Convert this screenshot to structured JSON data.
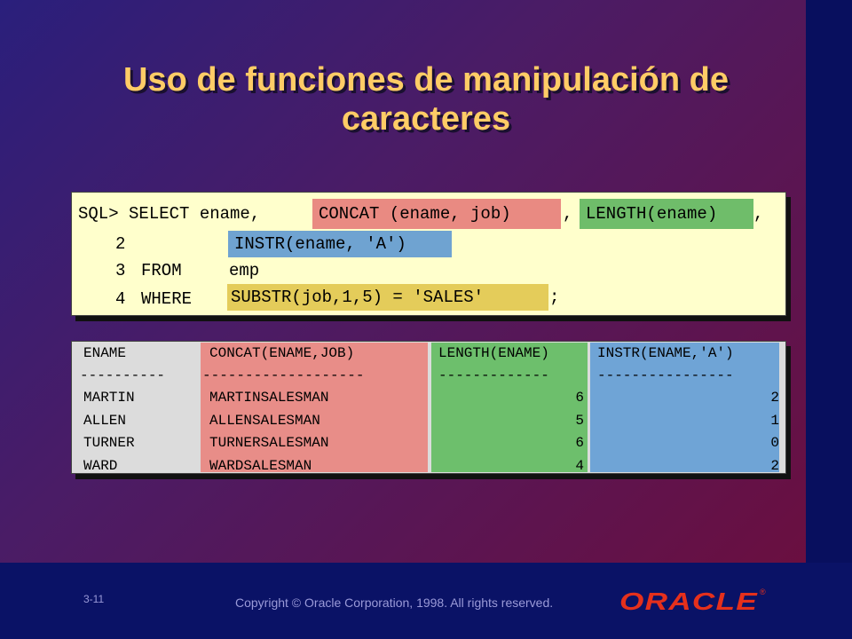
{
  "title_line1": "Uso de funciones de manipulación de",
  "title_line2": "caracteres",
  "sql": {
    "line1_prefix": "SQL> SELECT ename,",
    "line1_concat": "CONCAT (ename, job)",
    "line1_comma1": ",",
    "line1_length": "LENGTH(ename)",
    "line1_comma2": ",",
    "line2_num": "2",
    "line2_instr": "INSTR(ename, 'A')",
    "line3_num": "3",
    "line3_kw": "FROM",
    "line3_table": "emp",
    "line4_num": "4",
    "line4_kw": "WHERE",
    "line4_substr": "SUBSTR(job,1,5) = 'SALES'",
    "line4_end": ";"
  },
  "result": {
    "headers": [
      "ENAME",
      "CONCAT(ENAME,JOB)",
      "LENGTH(ENAME)",
      "INSTR(ENAME,'A')"
    ],
    "separators": [
      "----------",
      "-------------------",
      "-------------",
      "----------------"
    ],
    "rows": [
      [
        "MARTIN",
        "MARTINSALESMAN",
        "6",
        "2"
      ],
      [
        "ALLEN",
        "ALLENSALESMAN",
        "5",
        "1"
      ],
      [
        "TURNER",
        "TURNERSALESMAN",
        "6",
        "0"
      ],
      [
        "WARD",
        "WARDSALESMAN",
        "4",
        "2"
      ]
    ]
  },
  "footer": {
    "page": "3-11",
    "copyright": "Copyright © Oracle Corporation, 1998. All rights reserved.",
    "logo": "ORACLE",
    "logo_mark": "®"
  },
  "colors": {
    "title": "#ffcc66",
    "sql_bg": "#ffffcc",
    "concat": "#e98a82",
    "length": "#6fbd6a",
    "instr": "#6fa3d1",
    "substr": "#e4cc5a",
    "logo": "#e5301c"
  }
}
